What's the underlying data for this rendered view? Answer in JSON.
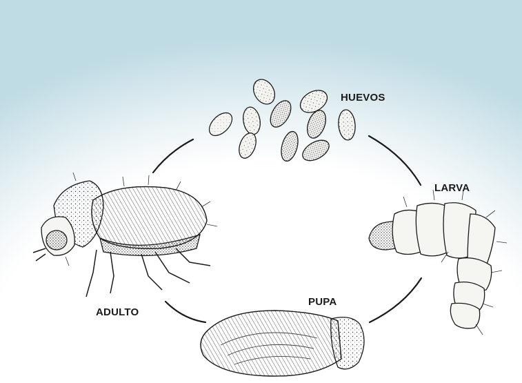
{
  "diagram": {
    "type": "life-cycle",
    "stages": [
      {
        "id": "eggs",
        "label": "HUEVOS",
        "icon": "eggs-illustration"
      },
      {
        "id": "larva",
        "label": "LARVA",
        "icon": "larva-illustration"
      },
      {
        "id": "pupa",
        "label": "PUPA",
        "icon": "pupa-illustration"
      },
      {
        "id": "adult",
        "label": "ADULTO",
        "icon": "beetle-illustration"
      }
    ],
    "flow": [
      "HUEVOS",
      "LARVA",
      "PUPA",
      "ADULTO"
    ]
  },
  "colors": {
    "background_glow": "#dcebf0",
    "ink": "#1a1a1a",
    "shell_fill": "#f5f5f2"
  }
}
